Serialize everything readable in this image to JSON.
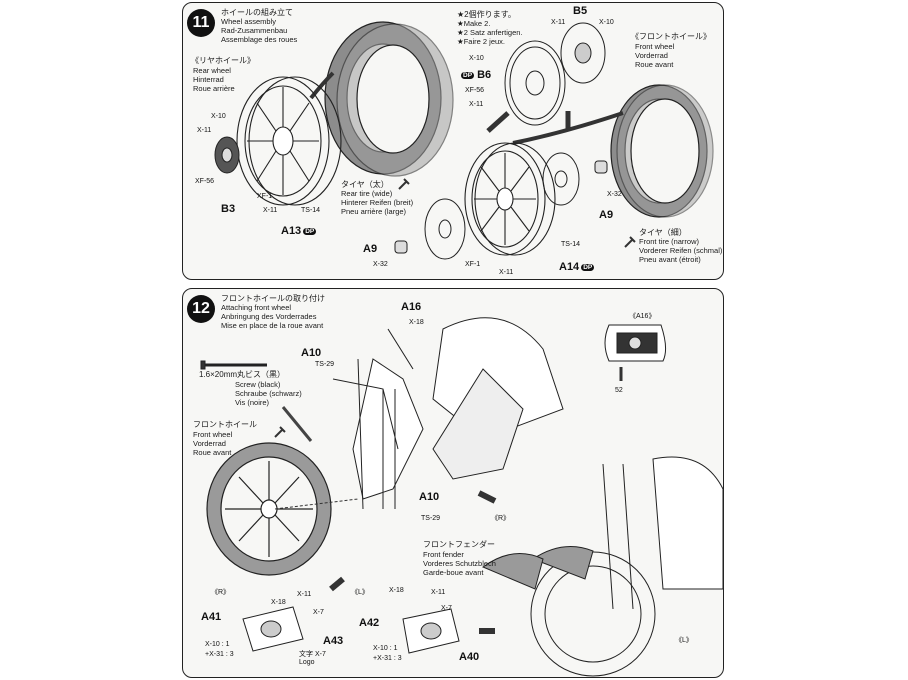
{
  "colors": {
    "panel_bg": "#f7f7f5",
    "ink": "#111111",
    "tire_gray": "#8c8c8c"
  },
  "step11": {
    "number": "11",
    "title_jp": "ホイールの組み立て",
    "title_en": "Wheel assembly",
    "title_de": "Rad-Zusammenbau",
    "title_fr": "Assemblage des roues",
    "rear_wheel": {
      "jp": "《リヤホイール》",
      "en": "Rear wheel",
      "de": "Hinterrad",
      "fr": "Roue arrière"
    },
    "front_wheel": {
      "jp": "《フロントホイール》",
      "en": "Front wheel",
      "de": "Vorderrad",
      "fr": "Roue avant"
    },
    "make2": {
      "jp": "★2個作ります。",
      "en": "★Make 2.",
      "de": "★2 Satz anfertigen.",
      "fr": "★Faire 2 jeux."
    },
    "rear_tire": {
      "jp": "タイヤ（太）",
      "en": "Rear tire (wide)",
      "de": "Hinterer Reifen (breit)",
      "fr": "Pneu arrière (large)"
    },
    "front_tire": {
      "jp": "タイヤ（細）",
      "en": "Front tire (narrow)",
      "de": "Vorderer Reifen (schmal)",
      "fr": "Pneu avant (étroit)"
    },
    "parts": {
      "x10": "X-10",
      "x11": "X-11",
      "xf56": "XF-56",
      "b3": "B3",
      "xf1": "XF-1",
      "ts14": "TS-14",
      "a13": "A13",
      "b6": "B6",
      "b5": "B5",
      "x32": "X-32",
      "a9": "A9",
      "a14": "A14",
      "dp": "DP"
    }
  },
  "step12": {
    "number": "12",
    "title_jp": "フロントホイールの取り付け",
    "title_en": "Attaching front wheel",
    "title_de": "Anbringung des Vorderrades",
    "title_fr": "Mise en place de la roue avant",
    "screw": {
      "size": "1.6×20mm丸ビス（黒）",
      "en": "Screw (black)",
      "de": "Schraube (schwarz)",
      "fr": "Vis (noire)"
    },
    "front_wheel": {
      "jp": "フロントホイール",
      "en": "Front wheel",
      "de": "Vorderrad",
      "fr": "Roue avant"
    },
    "front_fender": {
      "jp": "フロントフェンダー",
      "en": "Front fender",
      "de": "Vorderes Schutzblech",
      "fr": "Garde-boue avant"
    },
    "inset_label": "《A16》",
    "decal_number": "52",
    "side_r": "《R》",
    "side_l": "《L》",
    "logo_jp": "文字",
    "logo_en": "Logo",
    "mix1": "X-10 : 1",
    "mix2": "+X-31 : 3",
    "parts": {
      "a16": "A16",
      "x18": "X-18",
      "a10": "A10",
      "ts29": "TS-29",
      "a41": "A41",
      "a43": "A43",
      "a42": "A42",
      "a40": "A40",
      "x11": "X-11",
      "x7": "X-7"
    }
  }
}
